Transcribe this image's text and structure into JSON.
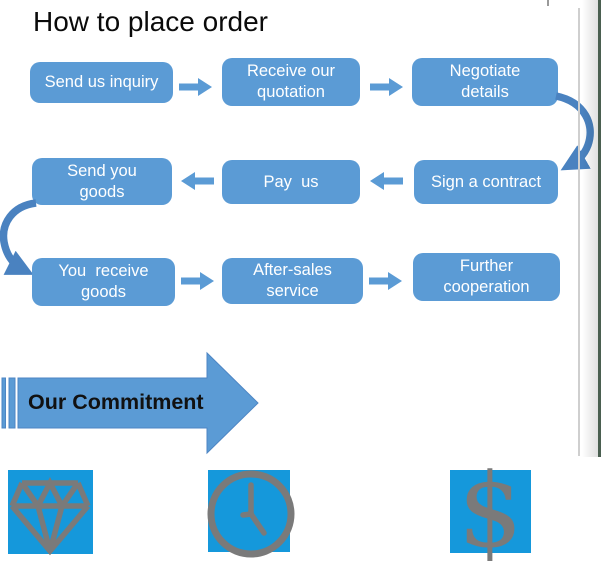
{
  "title": "How to place order",
  "flowchart": {
    "steps": [
      {
        "label": "Send us inquiry"
      },
      {
        "label": "Receive our\nquotation"
      },
      {
        "label": "Negotiate\ndetails"
      },
      {
        "label": "Sign a contract"
      },
      {
        "label": "Pay  us"
      },
      {
        "label": "Send you\ngoods"
      },
      {
        "label": "You  receive\ngoods"
      },
      {
        "label": "After-sales\nservice"
      },
      {
        "label": "Further\ncooperation"
      }
    ]
  },
  "commitment": {
    "label": "Our Commitment"
  },
  "icons": [
    {
      "name": "diamond-icon"
    },
    {
      "name": "clock-icon"
    },
    {
      "name": "dollar-icon",
      "glyph": "$"
    }
  ],
  "colors": {
    "box_blue": "#5B9BD5",
    "connector_blue": "#5B9BD5",
    "curve_blue": "#4A82C0",
    "commitment_fill": "#5B9BD5",
    "commitment_border": "#4E86C4",
    "icon_tile_blue": "#1598DB",
    "icon_glyph_gray": "#7A7A7A",
    "title_color": "#0A0A0A",
    "box_text_color": "#FFFFFF",
    "commitment_text_color": "#111111"
  }
}
